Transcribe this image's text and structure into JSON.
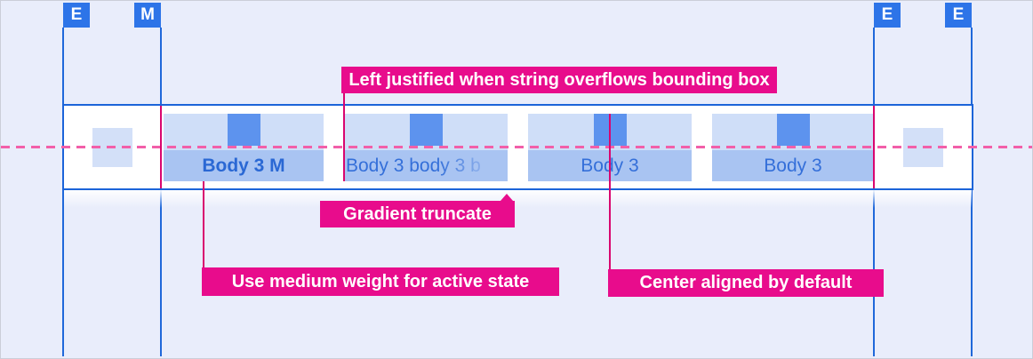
{
  "markers": [
    {
      "label": "E"
    },
    {
      "label": "M"
    },
    {
      "label": "E"
    },
    {
      "label": "E"
    }
  ],
  "tabs": [
    {
      "label": "Body 3 M",
      "state": "active"
    },
    {
      "label": "Body 3 body 3 b",
      "state": "overflow-truncated"
    },
    {
      "label": "Body 3",
      "state": "default"
    },
    {
      "label": "Body 3",
      "state": "default"
    }
  ],
  "annotations": {
    "left_justified": "Left justified when string overflows bounding box",
    "gradient_truncate": "Gradient truncate",
    "medium_weight": "Use medium weight for active state",
    "center_aligned": "Center aligned by default"
  },
  "colors": {
    "background": "#e9edfb",
    "guide_blue": "#2068da",
    "marker_chip_blue": "#2d74e8",
    "callout_magenta": "#e80c8c",
    "leader_magenta": "#d9066f",
    "dashed_centerline_pink": "#f25fa9",
    "tab_top_fill": "#cfdef8",
    "tab_label_fill": "#a9c4f2",
    "tab_icon_fill": "#5d93ee",
    "tab_text_blue": "#346fd9",
    "active_text_blue": "#2a68d4"
  }
}
